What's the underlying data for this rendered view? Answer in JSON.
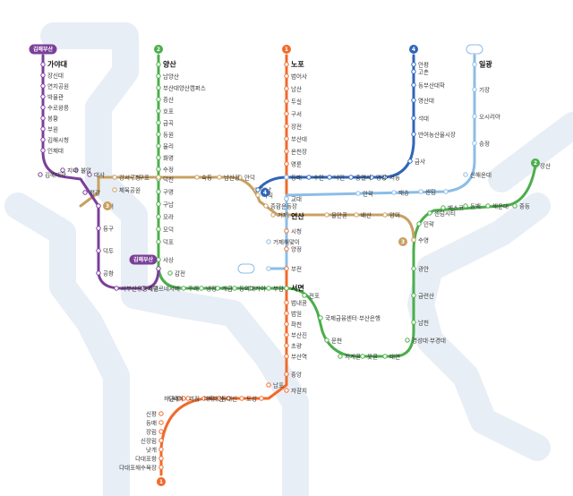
{
  "colors": {
    "background": "#ffffff",
    "water": "#e8eef6",
    "line1": "#f06a2b",
    "line2": "#4cae4c",
    "line3": "#c9a062",
    "line4": "#2f66b9",
    "donghae": "#8cbde6",
    "busan_gimhae": "#7b3f99"
  },
  "lines": {
    "line1": {
      "badge": "1"
    },
    "line2": {
      "badge": "2"
    },
    "line3": {
      "badge": "3"
    },
    "line4": {
      "badge": "4"
    },
    "donghae": {
      "badge": "동해"
    },
    "busan_gimhae": {
      "badge": "김해부산"
    }
  },
  "stations": {
    "line1": [
      "노포",
      "범어사",
      "남산",
      "두실",
      "구서",
      "장전",
      "부산대",
      "온천장",
      "명륜",
      "동래",
      "교대",
      "연산",
      "시청",
      "양정",
      "부전",
      "서면",
      "범내골",
      "범일",
      "좌천",
      "부산진",
      "초량",
      "부산역",
      "중앙",
      "남포",
      "자갈치",
      "토성",
      "동대신",
      "서대신",
      "대티",
      "괴정",
      "사하",
      "당리",
      "하단",
      "신평",
      "동매",
      "장림",
      "신장림",
      "낫개",
      "다대포항",
      "다대포해수욕장"
    ],
    "line2": [
      "양산",
      "남양산",
      "부산대양산캠퍼스",
      "증산",
      "호포",
      "금곡",
      "동원",
      "율리",
      "화명",
      "수정",
      "덕천",
      "구명",
      "구남",
      "모라",
      "모덕",
      "덕포",
      "사상",
      "감전",
      "주례",
      "냉정",
      "개금",
      "동의대",
      "가야",
      "부암",
      "서면",
      "전포",
      "국제금융센터·부산은행",
      "문현",
      "지게골",
      "못골",
      "대연",
      "경성대·부경대",
      "남천",
      "금련산",
      "광안",
      "수영",
      "민락",
      "센텀시티",
      "벡스코",
      "동백",
      "해운대",
      "중동",
      "장산"
    ],
    "line3": [
      "수영",
      "망미",
      "배산",
      "물만골",
      "연산",
      "거제",
      "종합운동장",
      "사직",
      "미남",
      "만덕",
      "남산정",
      "숙등",
      "덕천",
      "구포",
      "강서구청",
      "체육공원",
      "대저"
    ],
    "line4": [
      "미남",
      "동래",
      "수안",
      "낙민",
      "충렬사",
      "명장",
      "서동",
      "금사",
      "반여농산물시장",
      "석대",
      "영산대",
      "동부산대학",
      "고촌",
      "안평"
    ],
    "donghae": [
      "일광",
      "기장",
      "오시리아",
      "송정",
      "신해운대",
      "벡스코",
      "센텀",
      "재송",
      "안락",
      "동래",
      "교대",
      "거제",
      "거제해맞이",
      "부전"
    ],
    "busan_gimhae": [
      "가야대",
      "장신대",
      "연지공원",
      "박물관",
      "수로왕릉",
      "봉황",
      "부원",
      "김해시청",
      "인제대",
      "김해대학",
      "지내",
      "불암",
      "대사",
      "평강",
      "대저",
      "등구",
      "덕두",
      "공항",
      "서부산유통지구",
      "괘법르네시떼",
      "사상"
    ]
  }
}
